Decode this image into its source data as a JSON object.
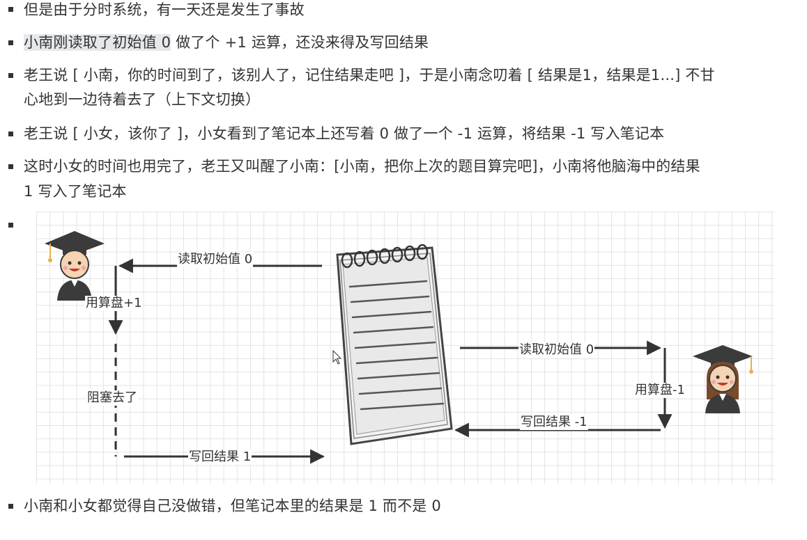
{
  "bullets": [
    {
      "pre": "但是由于分时系统，有一天还是发生了事故"
    },
    {
      "pre": "",
      "highlight": "小南刚读取了初始值 0",
      "post": " 做了个 +1 运算，还没来得及写回结果"
    },
    {
      "pre": "老王说 [ 小南，你的时间到了，该别人了，记住结果走吧 ]，于是小南念叨着 [ 结果是1，结果是1...] 不甘",
      "line2": "心地到一边待着去了（上下文切换）"
    },
    {
      "pre": "老王说 [ 小女，该你了 ]，小女看到了笔记本上还写着 0 做了一个 -1 运算，将结果 -1 写入笔记本"
    },
    {
      "pre": "这时小女的时间也用完了，老王又叫醒了小南：[小南，把你上次的题目算完吧]，小南将他脑海中的结果",
      "line2": "1 写入了笔记本"
    },
    {
      "pre": ""
    },
    {
      "pre": "小南和小女都觉得自己没做错，但笔记本里的结果是 1 而不是 0"
    }
  ],
  "diagram": {
    "left_read": "读取初始值 0",
    "left_compute": "用算盘+1",
    "left_blocked": "阻塞去了",
    "left_write": "写回结果 1",
    "right_read": "读取初始值 0",
    "right_compute": "用算盘-1",
    "right_write": "写回结果 -1",
    "icons": [
      "graduate-boy-icon",
      "notebook-icon",
      "graduate-girl-icon",
      "mouse-cursor-icon"
    ]
  }
}
